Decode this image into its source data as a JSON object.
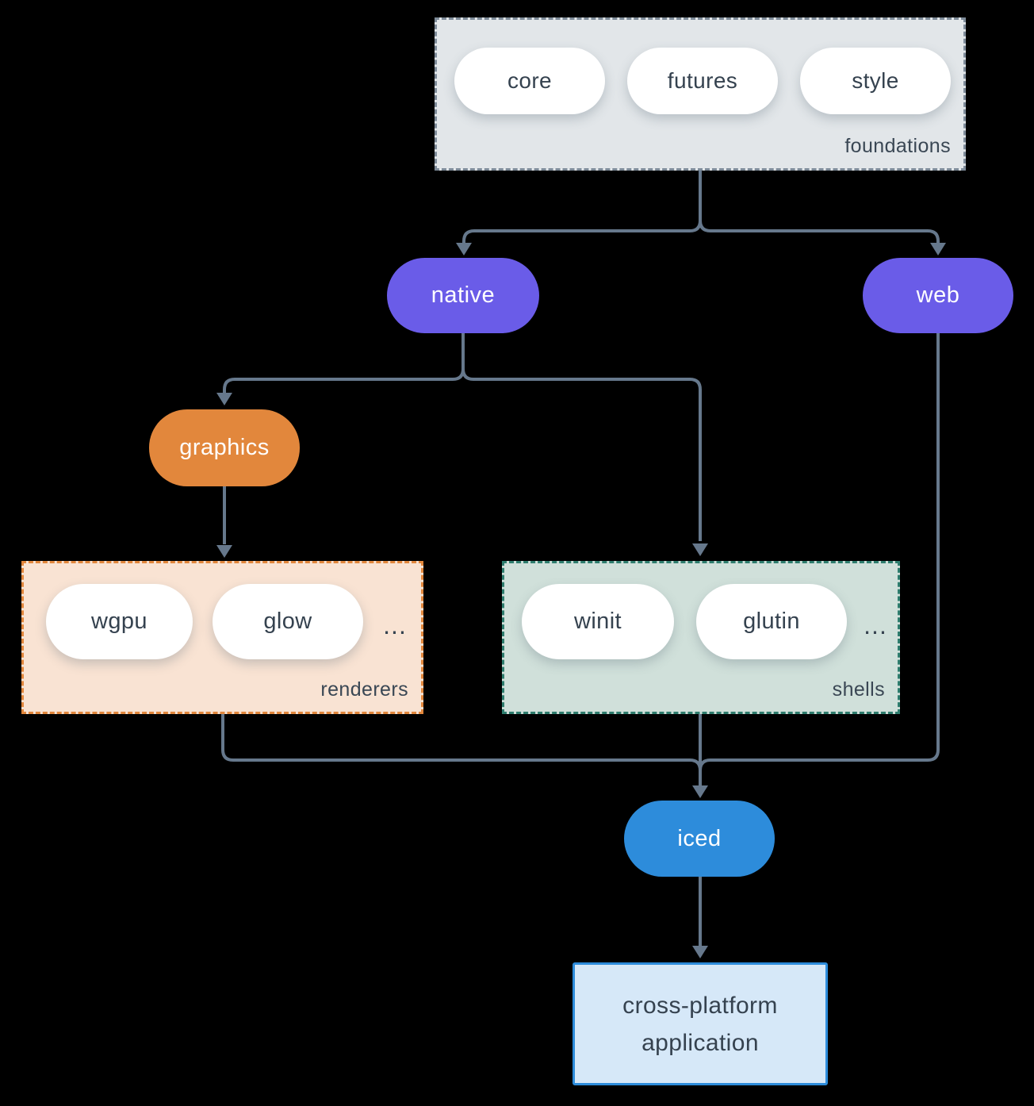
{
  "colors": {
    "background": "#000000",
    "arrow": "#66788C",
    "node_purple": "#6A5CE8",
    "node_orange": "#E2873C",
    "node_blue": "#2D8CDB",
    "pill_fill": "#FFFFFF",
    "text_dark": "#35424F",
    "text_light": "#FFFFFF",
    "foundations_fill": "#E2E6E9",
    "foundations_border": "#7E8B99",
    "renderers_fill": "#F9E3D3",
    "renderers_border": "#E2873C",
    "shells_fill": "#D0E0DA",
    "shells_border": "#2E7D6E",
    "application_fill": "#D6E8F8",
    "application_border": "#2D8CDB"
  },
  "foundations": {
    "label": "foundations",
    "items": [
      "core",
      "futures",
      "style"
    ]
  },
  "native": {
    "label": "native"
  },
  "web": {
    "label": "web"
  },
  "graphics": {
    "label": "graphics"
  },
  "renderers": {
    "label": "renderers",
    "items": [
      "wgpu",
      "glow"
    ],
    "more": "..."
  },
  "shells": {
    "label": "shells",
    "items": [
      "winit",
      "glutin"
    ],
    "more": "..."
  },
  "iced": {
    "label": "iced"
  },
  "application": {
    "lines": [
      "cross-platform",
      "application"
    ]
  }
}
